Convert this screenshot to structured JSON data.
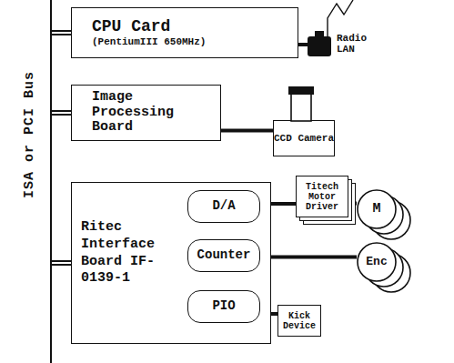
{
  "diagram": {
    "nodes": [
      {
        "text": [
          "ISA or PCI Bus"
        ]
      },
      {
        "text": [
          "CPU Card",
          "(PentiumIII 650MHz)"
        ]
      },
      {
        "text": [
          "Radio LAN"
        ]
      },
      {
        "text": [
          "Image Processing Board"
        ]
      },
      {
        "text": [
          "CCD Camera"
        ]
      },
      {
        "text": [
          "Ritec Interface Board IF-0139-1"
        ]
      },
      {
        "text": [
          "D/A"
        ],
        "in": 5
      },
      {
        "text": [
          "Counter"
        ],
        "in": 5
      },
      {
        "text": [
          "PIO"
        ],
        "in": 5
      },
      {
        "text": [
          "Titech Motor Driver"
        ]
      },
      {
        "text": [
          "M"
        ]
      },
      {
        "text": [
          "Enc"
        ]
      },
      {
        "text": [
          "Kick Device"
        ]
      }
    ],
    "edges": [
      {
        "from": 0,
        "to": 1,
        "arrow": "none"
      },
      {
        "from": 0,
        "to": 3,
        "arrow": "none"
      },
      {
        "from": 0,
        "to": 5,
        "arrow": "none"
      },
      {
        "from": 1,
        "to": 2,
        "arrow": "none"
      },
      {
        "from": 3,
        "to": 4,
        "arrow": "none"
      },
      {
        "from": 6,
        "to": 9,
        "arrow": "none"
      },
      {
        "from": 9,
        "to": 10,
        "arrow": "none"
      },
      {
        "from": 7,
        "to": 11,
        "arrow": "none"
      },
      {
        "from": 8,
        "to": 12,
        "arrow": "none"
      }
    ]
  }
}
